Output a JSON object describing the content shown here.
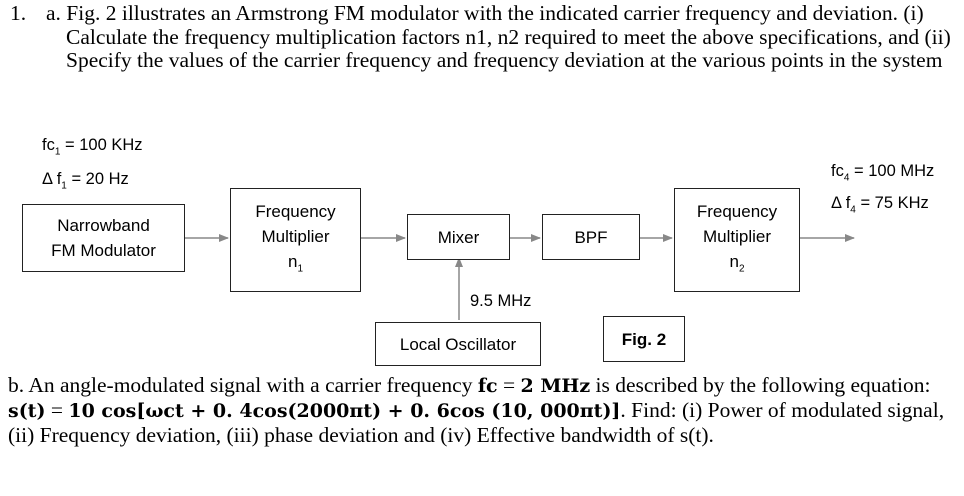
{
  "question_a": {
    "number": "1.",
    "part": "a.",
    "text": "Fig. 2 illustrates an Armstrong FM modulator with the indicated carrier frequency and deviation. (i) Calculate the frequency multiplication factors n1, n2 required to meet the above specifications, and (ii) Specify the values of the carrier frequency and frequency deviation at the various points in the system"
  },
  "figure": {
    "input_fc_label": "fc",
    "input_fc_sub": "1",
    "input_fc_value": "= 100 KHz",
    "input_df_label": "Δ f",
    "input_df_sub": "1",
    "input_df_value": "= 20 Hz",
    "output_fc_label": "fc",
    "output_fc_sub": "4",
    "output_fc_value": "= 100 MHz",
    "output_df_label": "Δ f",
    "output_df_sub": "4",
    "output_df_value": "= 75 KHz",
    "nbfm_line1": "Narrowband",
    "nbfm_line2": "FM Modulator",
    "mult1_line1": "Frequency",
    "mult1_line2": "Multiplier",
    "mult1_n": "n",
    "mult1_n_sub": "1",
    "mixer": "Mixer",
    "bpf": "BPF",
    "mult2_line1": "Frequency",
    "mult2_line2": "Multiplier",
    "mult2_n": "n",
    "mult2_n_sub": "2",
    "lo_freq": "9.5 MHz",
    "lo": "Local Oscillator",
    "caption": "Fig. 2"
  },
  "question_b": {
    "part": "b.",
    "t1": "An angle-modulated signal with a carrier frequency ",
    "fc_math": "fc",
    "t2": " = ",
    "fc_value_math": "2 MHz",
    "t3": " is described by the following equation: ",
    "eq_math": "s(t)",
    "t4": " = ",
    "eq_rest_math": "10 cos[ωct + 0. 4cos(2000πt) + 0. 6cos (10, 000πt)]",
    "t5": ". Find: (i) Power of modulated signal, (ii) Frequency deviation, (iii) phase deviation and (iv) Effective bandwidth of s(t)."
  }
}
